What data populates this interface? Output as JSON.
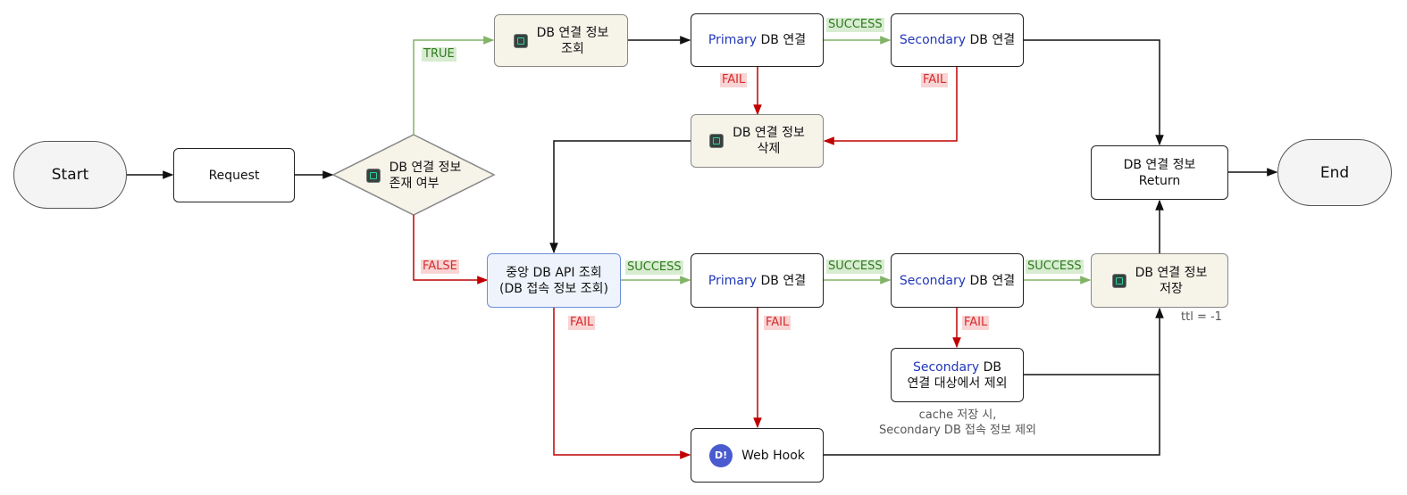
{
  "nodes": {
    "start": "Start",
    "request": "Request",
    "exists_l1": "DB 연결 정보",
    "exists_l2": "존재 여부",
    "lookup_l1": "DB 연결 정보",
    "lookup_l2": "조회",
    "primary1_a": "Primary",
    "primary1_b": " DB 연결",
    "secondary1_a": "Secondary",
    "secondary1_b": " DB 연결",
    "delete_l1": "DB 연결 정보",
    "delete_l2": "삭제",
    "return_l1": "DB 연결 정보",
    "return_l2": "Return",
    "end": "End",
    "api_l1": "중앙 DB API 조회",
    "api_l2": "(DB 접속 정보 조회)",
    "primary2_a": "Primary",
    "primary2_b": " DB 연결",
    "secondary2_a": "Secondary",
    "secondary2_b": " DB 연결",
    "save_l1": "DB 연결 정보",
    "save_l2": "저장",
    "exclude_a": "Secondary",
    "exclude_b": " DB",
    "exclude_l2": "연결 대상에서 제외",
    "webhook": "Web Hook",
    "webhook_icon": "D!"
  },
  "labels": {
    "true": "TRUE",
    "false": "FALSE",
    "success_top": "SUCCESS",
    "fail_p1": "FAIL",
    "fail_s1": "FAIL",
    "success_api": "SUCCESS",
    "success_p2": "SUCCESS",
    "success_s2": "SUCCESS",
    "fail_api": "FAIL",
    "fail_p2": "FAIL",
    "fail_s2": "FAIL"
  },
  "notes": {
    "ttl": "ttl = -1",
    "cache_l1": "cache 저장 시,",
    "cache_l2": "Secondary DB 접속 정보 제외"
  },
  "colors": {
    "success_line": "#82b366",
    "fail_line": "#c00000",
    "default_line": "#111111",
    "cache_fill": "#f6f3e9",
    "api_fill": "#eef3fc",
    "secondary_text": "#2238b8"
  }
}
